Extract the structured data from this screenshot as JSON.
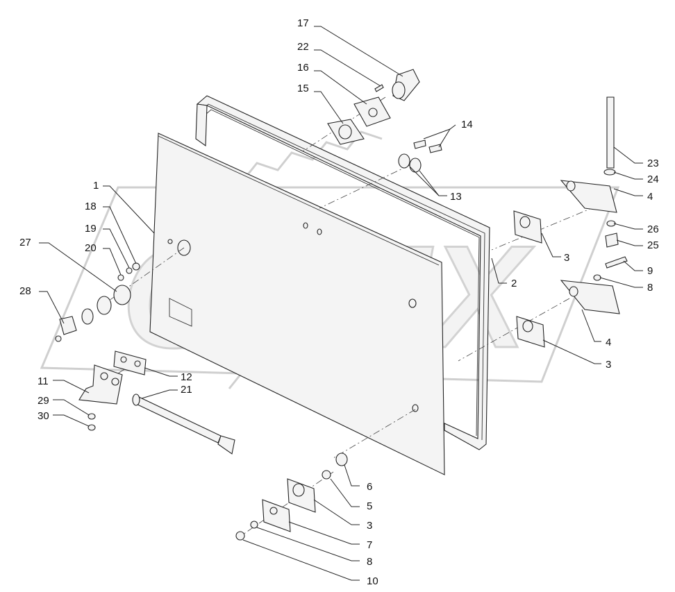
{
  "watermark": {
    "text": "OPEX"
  },
  "callouts": [
    {
      "id": "c17",
      "label": "17"
    },
    {
      "id": "c22",
      "label": "22"
    },
    {
      "id": "c16",
      "label": "16"
    },
    {
      "id": "c15",
      "label": "15"
    },
    {
      "id": "c14",
      "label": "14"
    },
    {
      "id": "c23",
      "label": "23"
    },
    {
      "id": "c24",
      "label": "24"
    },
    {
      "id": "c4a",
      "label": "4"
    },
    {
      "id": "c13",
      "label": "13"
    },
    {
      "id": "c1",
      "label": "1"
    },
    {
      "id": "c18",
      "label": "18"
    },
    {
      "id": "c19",
      "label": "19"
    },
    {
      "id": "c27",
      "label": "27"
    },
    {
      "id": "c20",
      "label": "20"
    },
    {
      "id": "c26",
      "label": "26"
    },
    {
      "id": "c25",
      "label": "25"
    },
    {
      "id": "c3a",
      "label": "3"
    },
    {
      "id": "c9",
      "label": "9"
    },
    {
      "id": "c2",
      "label": "2"
    },
    {
      "id": "c8a",
      "label": "8"
    },
    {
      "id": "c28",
      "label": "28"
    },
    {
      "id": "c4b",
      "label": "4"
    },
    {
      "id": "c3b",
      "label": "3"
    },
    {
      "id": "c12",
      "label": "12"
    },
    {
      "id": "c11",
      "label": "11"
    },
    {
      "id": "c21",
      "label": "21"
    },
    {
      "id": "c29",
      "label": "29"
    },
    {
      "id": "c30",
      "label": "30"
    },
    {
      "id": "c6",
      "label": "6"
    },
    {
      "id": "c5",
      "label": "5"
    },
    {
      "id": "c3c",
      "label": "3"
    },
    {
      "id": "c7",
      "label": "7"
    },
    {
      "id": "c8b",
      "label": "8"
    },
    {
      "id": "c10",
      "label": "10"
    }
  ]
}
